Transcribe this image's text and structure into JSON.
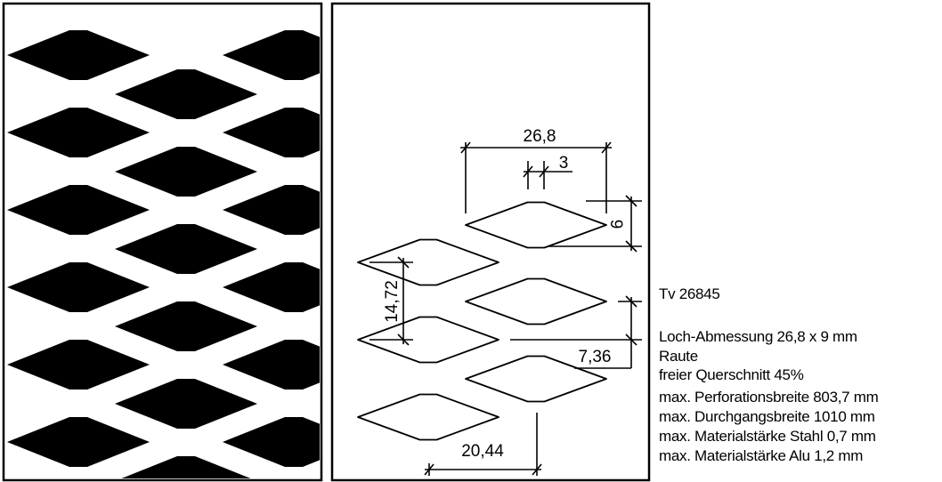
{
  "dimensions": {
    "hole_length": "26,8",
    "flat_width": "3",
    "hole_height": "9",
    "vertical_pitch": "14,72",
    "row_offset": "7,36",
    "horizontal_pitch": "20,44"
  },
  "spec": {
    "code": "Tv 26845",
    "lines": [
      "Loch-Abmessung 26,8 x 9 mm",
      "Raute",
      "freier Querschnitt 45%",
      "max. Perforationsbreite 803,7 mm",
      "max. Durchgangsbreite 1010 mm",
      "max. Materialstärke Stahl 0,7 mm",
      "max. Materialstärke Alu 1,2 mm"
    ]
  }
}
